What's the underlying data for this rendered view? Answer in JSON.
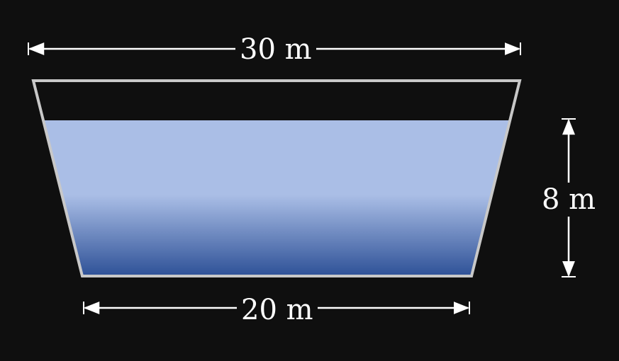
{
  "diagram": {
    "top_width_label": "30 m",
    "bottom_width_label": "20 m",
    "water_depth_label": "8 m",
    "colors": {
      "background": "#0f0f0f",
      "outline": "#c8c8c8",
      "water_top": "#aabee6",
      "water_bottom": "#2e5197",
      "dimension_line": "#ffffff"
    }
  }
}
